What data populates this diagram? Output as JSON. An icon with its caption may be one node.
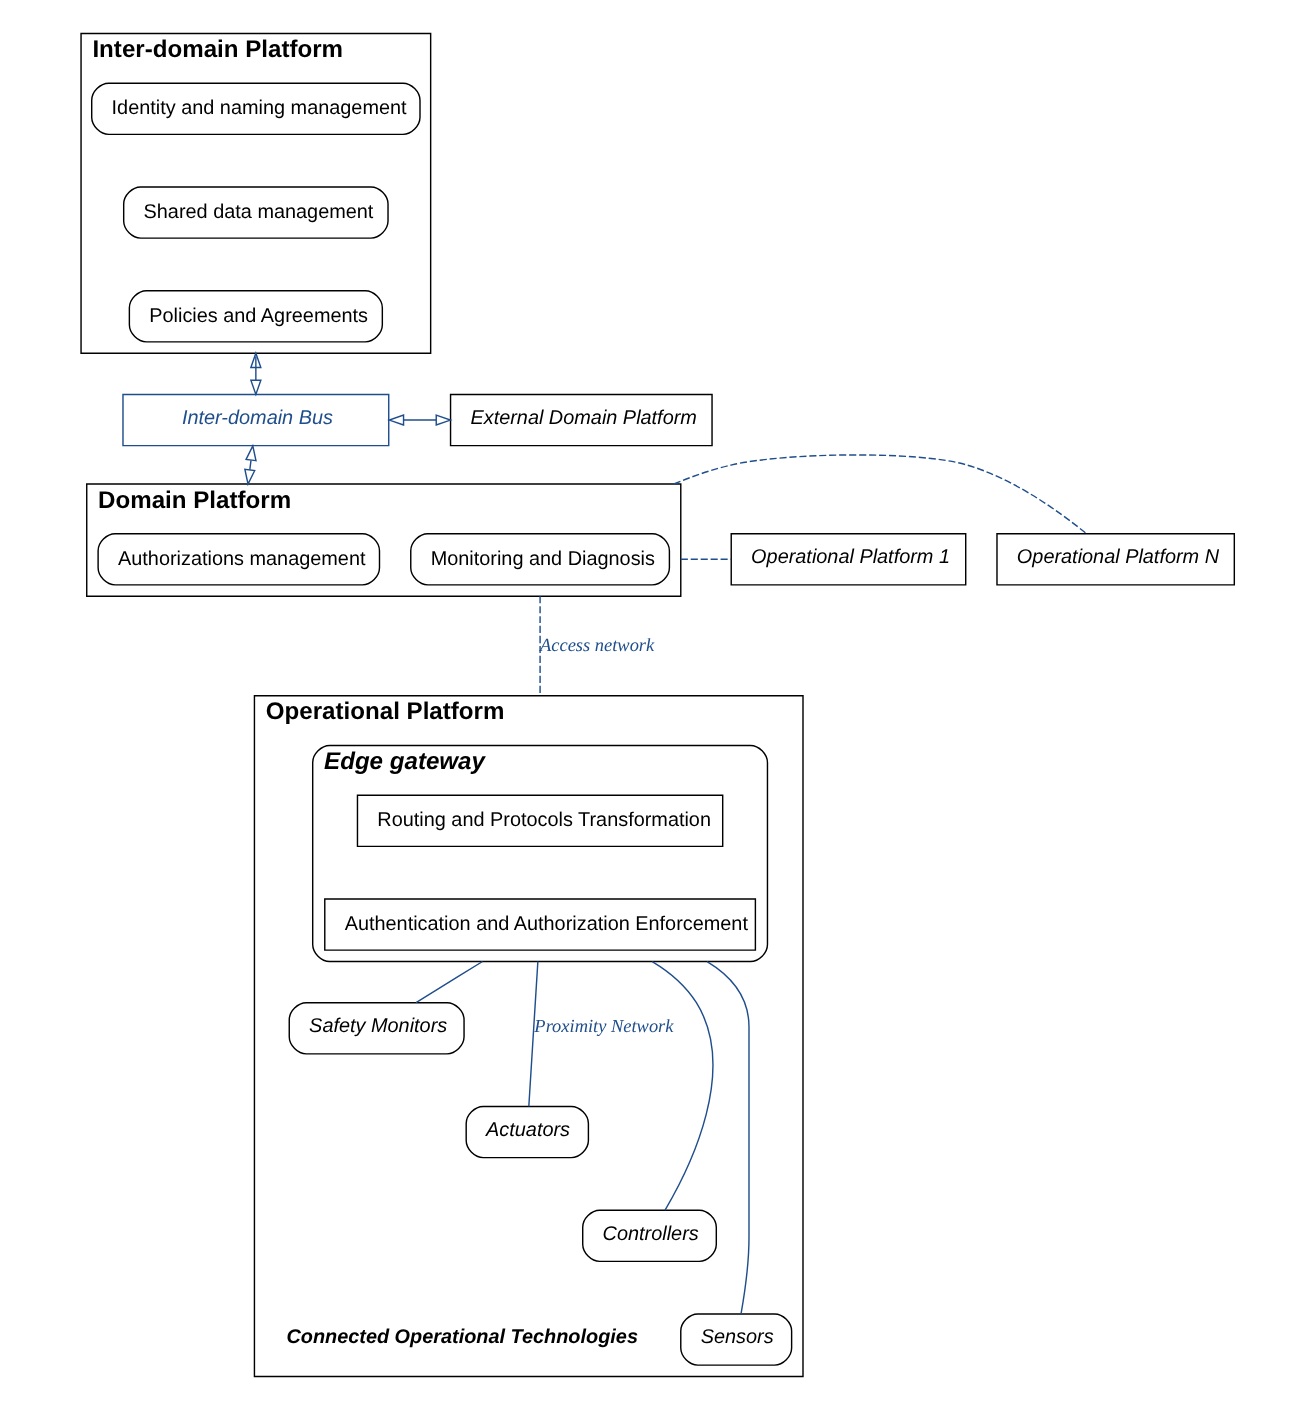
{
  "diagram": {
    "nodes": [
      {
        "text": [
          "Inter-domain Platform"
        ]
      },
      {
        "text": [
          "Identity and naming management"
        ],
        "in": 0
      },
      {
        "text": [
          "Shared data management"
        ],
        "in": 0
      },
      {
        "text": [
          "Policies and Agreements"
        ],
        "in": 0
      },
      {
        "text": [
          "Inter-domain Bus"
        ]
      },
      {
        "text": [
          "External Domain Platform"
        ]
      },
      {
        "text": [
          "Domain Platform"
        ]
      },
      {
        "text": [
          "Authorizations management"
        ],
        "in": 6
      },
      {
        "text": [
          "Monitoring and Diagnosis"
        ],
        "in": 6
      },
      {
        "text": [
          "Operational Platform 1"
        ]
      },
      {
        "text": [
          "Operational Platform N"
        ]
      },
      {
        "text": [
          "Operational Platform"
        ]
      },
      {
        "text": [
          "Edge gateway"
        ],
        "in": 11
      },
      {
        "text": [
          "Routing and Protocols Transformation"
        ],
        "in": 12
      },
      {
        "text": [
          "Authentication and Authorization Enforcement"
        ],
        "in": 12
      },
      {
        "text": [
          "Safety Monitors"
        ],
        "in": 11
      },
      {
        "text": [
          "Actuators"
        ],
        "in": 11
      },
      {
        "text": [
          "Controllers"
        ],
        "in": 11
      },
      {
        "text": [
          "Sensors"
        ],
        "in": 11
      }
    ],
    "edges": [
      {
        "from": 0,
        "to": 4,
        "arrow": "both"
      },
      {
        "from": 4,
        "to": 5,
        "arrow": "both"
      },
      {
        "from": 4,
        "to": 6,
        "arrow": "both"
      },
      {
        "from": 6,
        "to": 9,
        "arrow": "none",
        "style": "dashed"
      },
      {
        "from": 6,
        "to": 10,
        "arrow": "none",
        "style": "dashed"
      },
      {
        "from": 6,
        "to": 11,
        "arrow": "none",
        "style": "dashed",
        "label": "Access network"
      },
      {
        "from": 12,
        "to": 15,
        "arrow": "none"
      },
      {
        "from": 12,
        "to": 16,
        "arrow": "none",
        "label": "Proximity Network"
      },
      {
        "from": 12,
        "to": 17,
        "arrow": "none"
      },
      {
        "from": 12,
        "to": 18,
        "arrow": "none"
      }
    ],
    "labels": [
      "Connected Operational Technologies"
    ]
  }
}
